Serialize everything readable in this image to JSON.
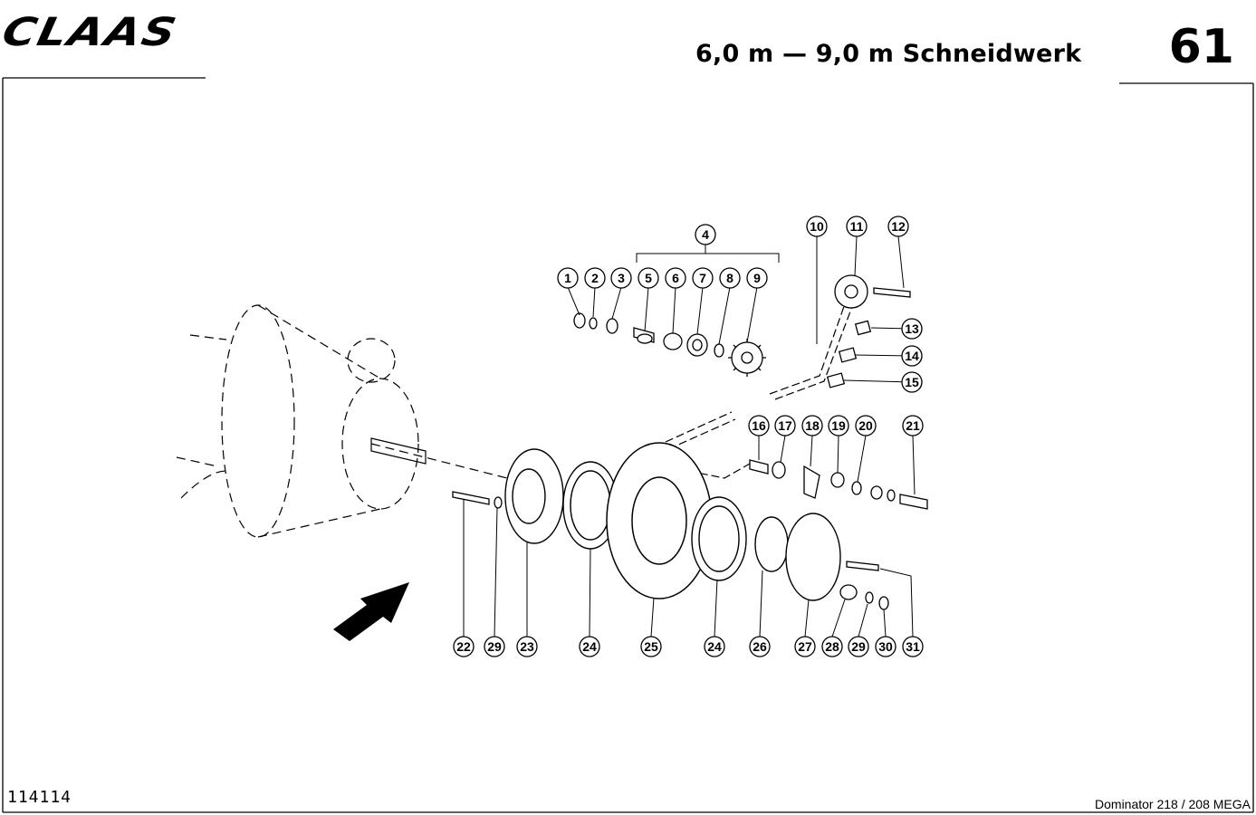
{
  "header": {
    "brand": "CLAAS",
    "title": "6,0 m — 9,0 m Schneidwerk",
    "page_number": "61"
  },
  "footer": {
    "document_number": "114114",
    "model": "Dominator 218 / 208 MEGA"
  },
  "diagram": {
    "callouts": [
      {
        "id": "c1",
        "label": "1"
      },
      {
        "id": "c2",
        "label": "2"
      },
      {
        "id": "c3",
        "label": "3"
      },
      {
        "id": "c4",
        "label": "4"
      },
      {
        "id": "c5",
        "label": "5"
      },
      {
        "id": "c6",
        "label": "6"
      },
      {
        "id": "c7",
        "label": "7"
      },
      {
        "id": "c8",
        "label": "8"
      },
      {
        "id": "c9",
        "label": "9"
      },
      {
        "id": "c10",
        "label": "10"
      },
      {
        "id": "c11",
        "label": "11"
      },
      {
        "id": "c12",
        "label": "12"
      },
      {
        "id": "c13",
        "label": "13"
      },
      {
        "id": "c14",
        "label": "14"
      },
      {
        "id": "c15",
        "label": "15"
      },
      {
        "id": "c16",
        "label": "16"
      },
      {
        "id": "c17",
        "label": "17"
      },
      {
        "id": "c18",
        "label": "18"
      },
      {
        "id": "c19",
        "label": "19"
      },
      {
        "id": "c20",
        "label": "20"
      },
      {
        "id": "c21",
        "label": "21"
      },
      {
        "id": "c22",
        "label": "22"
      },
      {
        "id": "c29a",
        "label": "29"
      },
      {
        "id": "c23",
        "label": "23"
      },
      {
        "id": "c24a",
        "label": "24"
      },
      {
        "id": "c25",
        "label": "25"
      },
      {
        "id": "c24b",
        "label": "24"
      },
      {
        "id": "c26",
        "label": "26"
      },
      {
        "id": "c27",
        "label": "27"
      },
      {
        "id": "c28",
        "label": "28"
      },
      {
        "id": "c29b",
        "label": "29"
      },
      {
        "id": "c30",
        "label": "30"
      },
      {
        "id": "c31",
        "label": "31"
      }
    ]
  }
}
